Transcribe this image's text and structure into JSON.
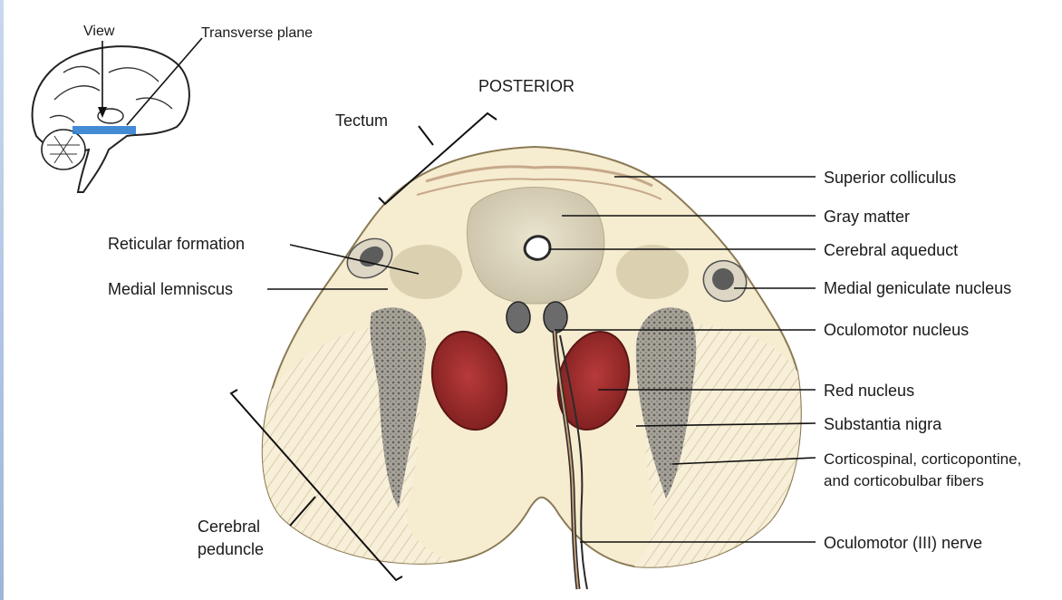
{
  "inset": {
    "view_label": "View",
    "plane_label": "Transverse plane"
  },
  "orientation_label": "POSTERIOR",
  "labels_left": {
    "tectum": "Tectum",
    "reticular_formation": "Reticular formation",
    "medial_lemniscus": "Medial lemniscus",
    "cerebral_peduncle_line1": "Cerebral",
    "cerebral_peduncle_line2": "peduncle"
  },
  "labels_right": {
    "superior_colliculus": "Superior colliculus",
    "gray_matter": "Gray matter",
    "cerebral_aqueduct": "Cerebral aqueduct",
    "medial_geniculate_nucleus": "Medial geniculate nucleus",
    "oculomotor_nucleus": "Oculomotor nucleus",
    "red_nucleus": "Red nucleus",
    "substantia_nigra": "Substantia nigra",
    "fibers_line1": "Corticospinal, corticopontine,",
    "fibers_line2": "and corticobulbar fibers",
    "oculomotor_nerve": "Oculomotor (III) nerve"
  },
  "colors": {
    "tissue": "#f6ecd0",
    "red_nucleus": "#9c2b2b",
    "substantia_nigra": "#5a5a5a",
    "gray_matter": "#d6d0bc",
    "plane_highlight": "#2f7fd0"
  },
  "icons": [
    "brain-sagittal-icon"
  ]
}
